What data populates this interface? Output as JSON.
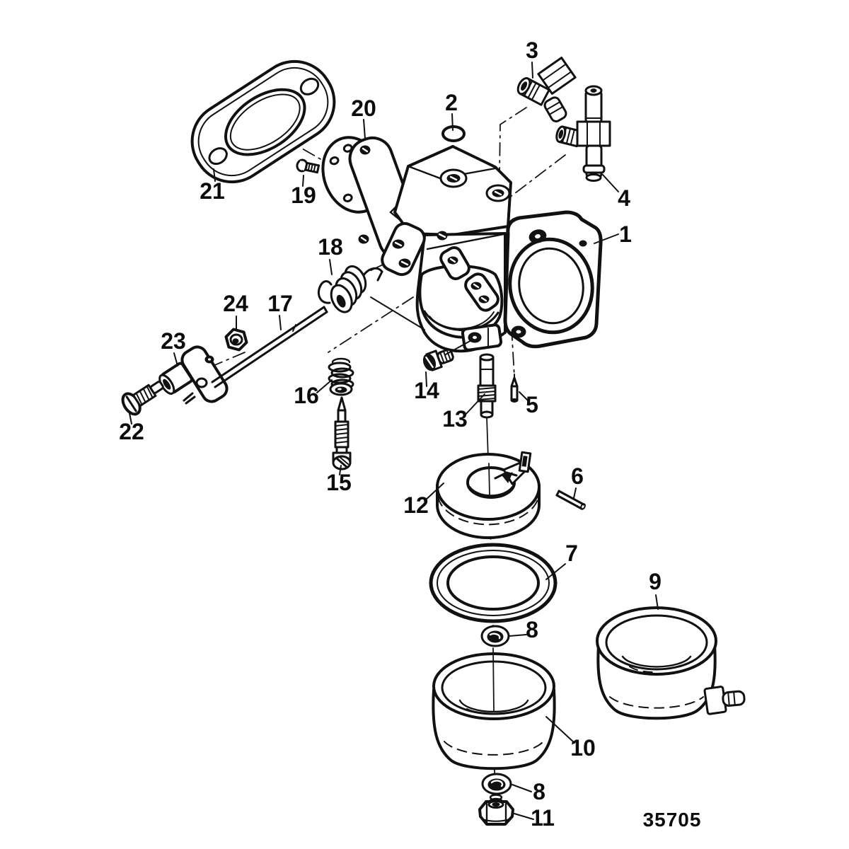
{
  "figure_number": "35705",
  "colors": {
    "ink": "#111111",
    "paper": "#ffffff"
  },
  "callouts": {
    "c1": {
      "text": "1"
    },
    "c2": {
      "text": "2"
    },
    "c3": {
      "text": "3"
    },
    "c4": {
      "text": "4"
    },
    "c5": {
      "text": "5"
    },
    "c6": {
      "text": "6"
    },
    "c7": {
      "text": "7"
    },
    "c8a": {
      "text": "8"
    },
    "c8b": {
      "text": "8"
    },
    "c9": {
      "text": "9"
    },
    "c10": {
      "text": "10"
    },
    "c11": {
      "text": "11"
    },
    "c12": {
      "text": "12"
    },
    "c13": {
      "text": "13"
    },
    "c14": {
      "text": "14"
    },
    "c15": {
      "text": "15"
    },
    "c16": {
      "text": "16"
    },
    "c17": {
      "text": "17"
    },
    "c18": {
      "text": "18"
    },
    "c19": {
      "text": "19"
    },
    "c20": {
      "text": "20"
    },
    "c21": {
      "text": "21"
    },
    "c22": {
      "text": "22"
    },
    "c23": {
      "text": "23"
    },
    "c24": {
      "text": "24"
    }
  }
}
